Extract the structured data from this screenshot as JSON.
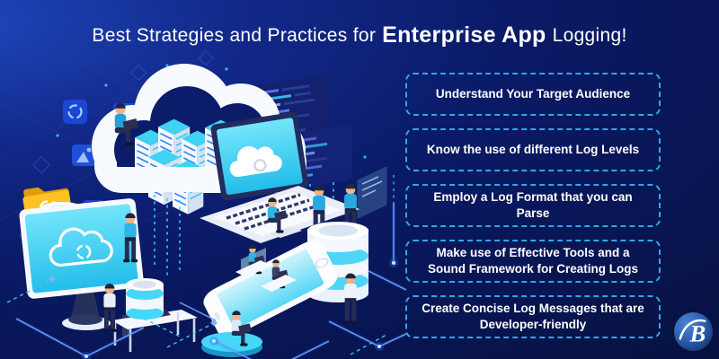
{
  "title": {
    "prefix": "Best Strategies and Practices for",
    "highlight": "Enterprise App",
    "suffix": "Logging!"
  },
  "strategy_boxes": [
    {
      "label": "Understand Your Target Audience"
    },
    {
      "label": "Know the use of different Log Levels"
    },
    {
      "label": "Employ a Log Format that you can Parse"
    },
    {
      "label": "Make use of Effective Tools and a Sound Framework for Creating Logs"
    },
    {
      "label": "Create Concise Log Messages that are Developer-friendly"
    }
  ],
  "logo": {
    "letter": "B"
  },
  "colors": {
    "background_light": "#1e47bb",
    "background_dark": "#071140",
    "box_border": "#2fa9e3",
    "accent_cyan": "#3fd2f2",
    "text": "#ffffff",
    "folder_yellow": "#ffc224",
    "connection_blue": "#2f6bf0"
  },
  "illustration": {
    "elements": [
      "cloud-with-server-racks",
      "developer-sitting-on-cloud",
      "laptop-with-cloud-screen",
      "monitor-with-cloud-screen",
      "smartphone-with-workstations",
      "database-cylinders",
      "sync-folder",
      "code-panels",
      "team-people",
      "network-connection-lines"
    ]
  }
}
